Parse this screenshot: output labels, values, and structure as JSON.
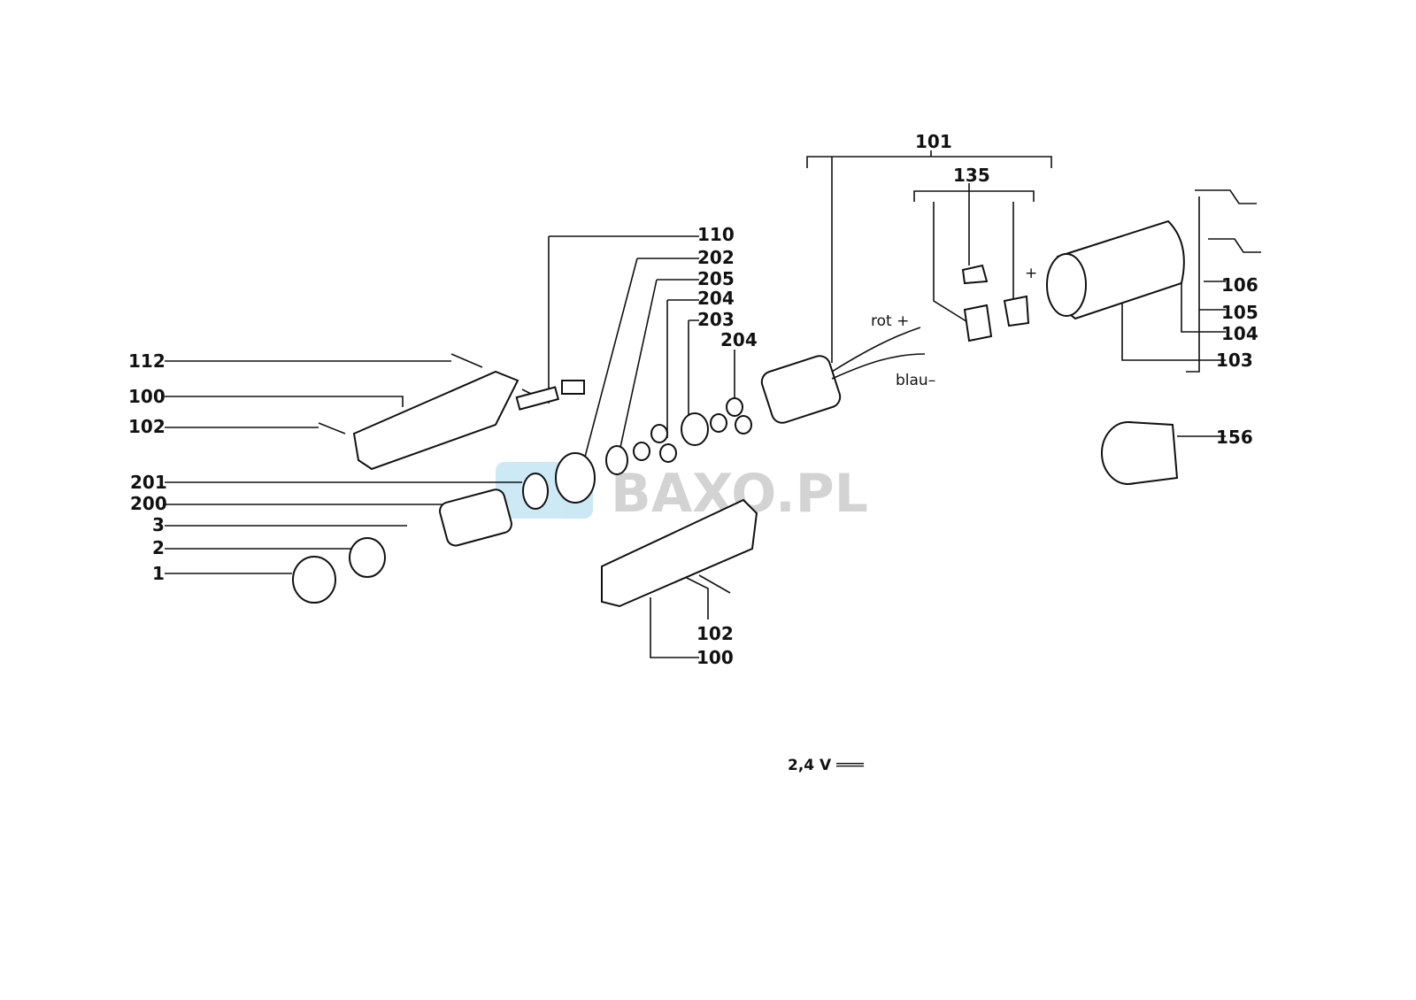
{
  "labels": {
    "l101": "101",
    "l135": "135",
    "l110": "110",
    "l202": "202",
    "l205": "205",
    "l204a": "204",
    "l203": "203",
    "l204b": "204",
    "l112": "112",
    "l100a": "100",
    "l102a": "102",
    "l201": "201",
    "l200": "200",
    "l3": "3",
    "l2": "2",
    "l1": "1",
    "l106": "106",
    "l105": "105",
    "l104": "104",
    "l103": "103",
    "l156": "156",
    "l102b": "102",
    "l100b": "100"
  },
  "wires": {
    "red": "rot +",
    "blue": "blau–",
    "plus": "+"
  },
  "voltage": "2,4 V ═══",
  "watermark": "BAXO.PL"
}
